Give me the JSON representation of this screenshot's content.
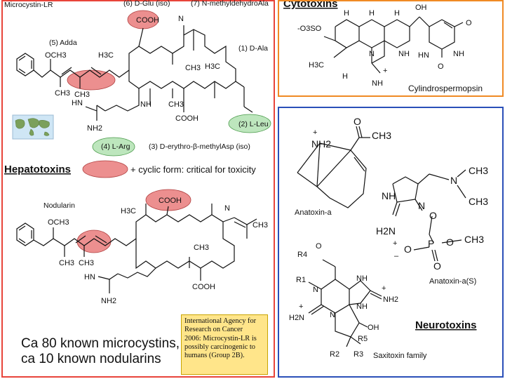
{
  "hepatotoxins": {
    "heading": "Hepatotoxins",
    "legend_text": "+ cyclic form: critical for toxicity",
    "microcystin": {
      "name": "Microcystin-LR",
      "residue_glu": "(6) D-Glu (iso)",
      "residue_nmd": "(7) N-methyldehydroAla",
      "residue_adda": "(5) Adda",
      "residue_ala": "(1) D-Ala",
      "residue_leu": "(2) L-Leu",
      "residue_arg": "(4) L-Arg",
      "residue_asp": "(3) D-erythro-β-methylAsp (iso)"
    },
    "nodularin": {
      "name": "Nodularin"
    },
    "count_line1": "Ca 80 known microcystins,",
    "count_line2": "ca 10 known nodularins",
    "iarc_lines": [
      "International Agency for",
      "Research on Cancer",
      "2006: Microcystin-LR is",
      "possibly carcinogenic to",
      "humans (Group 2B)."
    ]
  },
  "cytotoxins": {
    "heading": "Cytotoxins",
    "compound": "Cylindrospermopsin"
  },
  "neurotoxins": {
    "heading": "Neurotoxins",
    "anatoxin_a": "Anatoxin-a",
    "anatoxin_as": "Anatoxin-a(S)",
    "saxitoxin": "Saxitoxin family"
  },
  "atoms": {
    "cooh": "COOH",
    "och3": "OCH3",
    "ch3": "CH3",
    "h3c": "H3C",
    "h": "H",
    "n": "N",
    "nh": "NH",
    "hn": "HN",
    "nh2": "NH2",
    "h2n": "H2N",
    "o": "O",
    "oh": "OH",
    "so3": "-O3SO",
    "plus": "+",
    "minus": "–",
    "p": "P",
    "r1": "R1",
    "r2": "R2",
    "r3": "R3",
    "r4": "R4",
    "r5": "R5"
  },
  "colors": {
    "hepato_border": "#e8443a",
    "cyto_border": "#f08a24",
    "neuro_border": "#2a4fb8",
    "highlight_red": "#ec8f8f",
    "highlight_green": "#8fd08f",
    "iarc_box": "#ffe58a"
  }
}
